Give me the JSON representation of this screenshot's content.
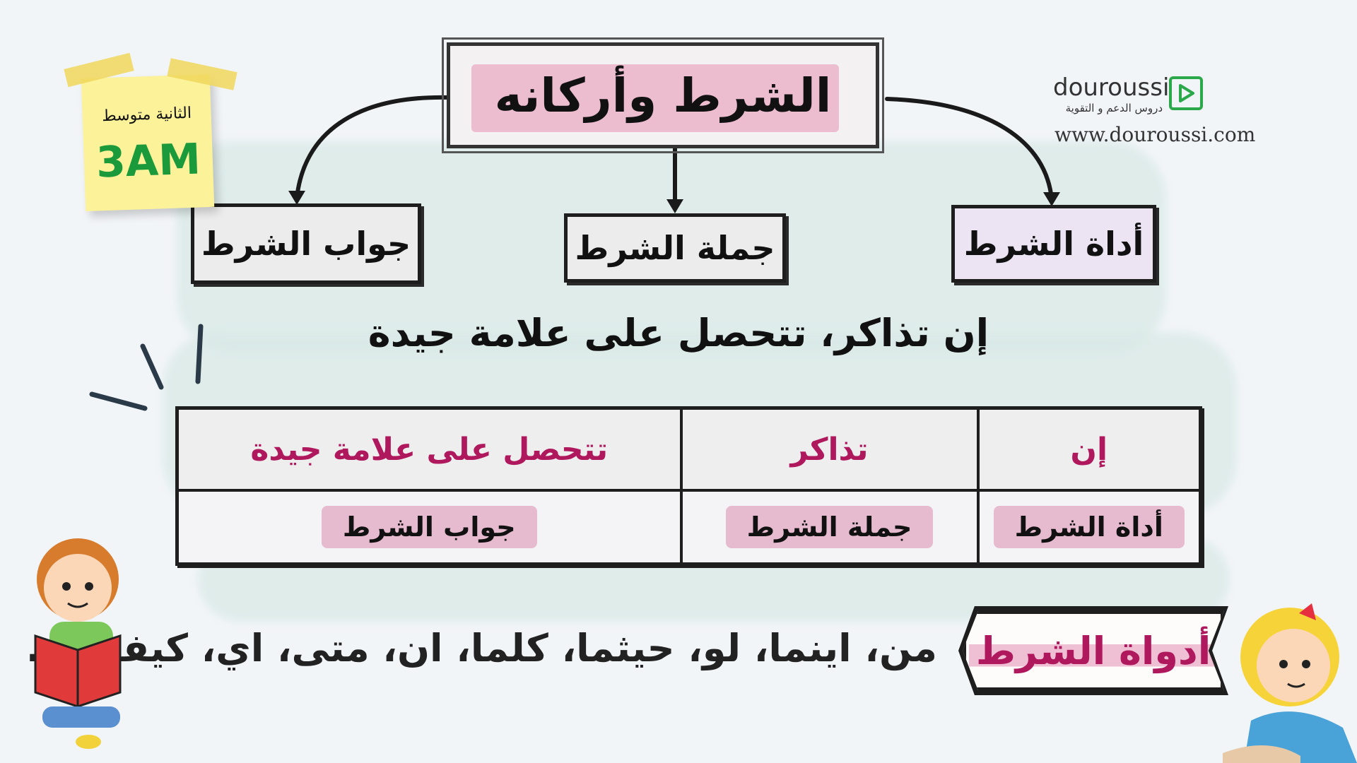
{
  "title": "الشرط وأركانه",
  "branches": {
    "answer": "جواب الشرط",
    "clause": "جملة الشرط",
    "tool": "أداة الشرط"
  },
  "example_sentence": "إن تذاكر، تتحصل على علامة جيدة",
  "analysis_table": {
    "parts": [
      "إن",
      "تذاكر",
      "تتحصل على علامة جيدة"
    ],
    "roles": [
      "أداة الشرط",
      "جملة الشرط",
      "جواب الشرط"
    ]
  },
  "tools": {
    "label": "أدواة الشرط",
    "list": "من، اينما، لو، حيثما، كلما، ان، متى، اي، كيفما ..."
  },
  "sticky_note": {
    "level": "الثانية متوسط",
    "code": "3AM"
  },
  "brand": {
    "name": "douroussi",
    "tagline": "دروس الدعم و التقوية",
    "url": "www.douroussi.com",
    "accent": "#2aa84a"
  },
  "colors": {
    "highlight_pink": "#e9a9c3",
    "text_magenta": "#b0185e",
    "tool_box_bg": "#ece4f2"
  }
}
